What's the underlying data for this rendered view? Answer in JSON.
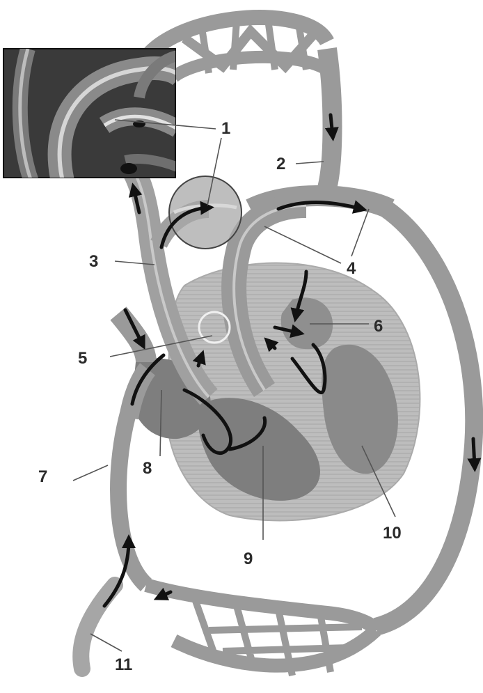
{
  "labels": {
    "l1": "1",
    "l2": "2",
    "l3": "3",
    "l4": "4",
    "l5": "5",
    "l6": "6",
    "l7": "7",
    "l8": "8",
    "l9": "9",
    "l10": "10",
    "l11": "11"
  },
  "colors": {
    "vessel": "#9a9a9a",
    "vessel_light": "#c4c4c4",
    "ventricle": "#7e7e7e",
    "myocardium": "#b9b9b9",
    "arrow": "#111111",
    "inset_bg": "#3a3a3a"
  }
}
